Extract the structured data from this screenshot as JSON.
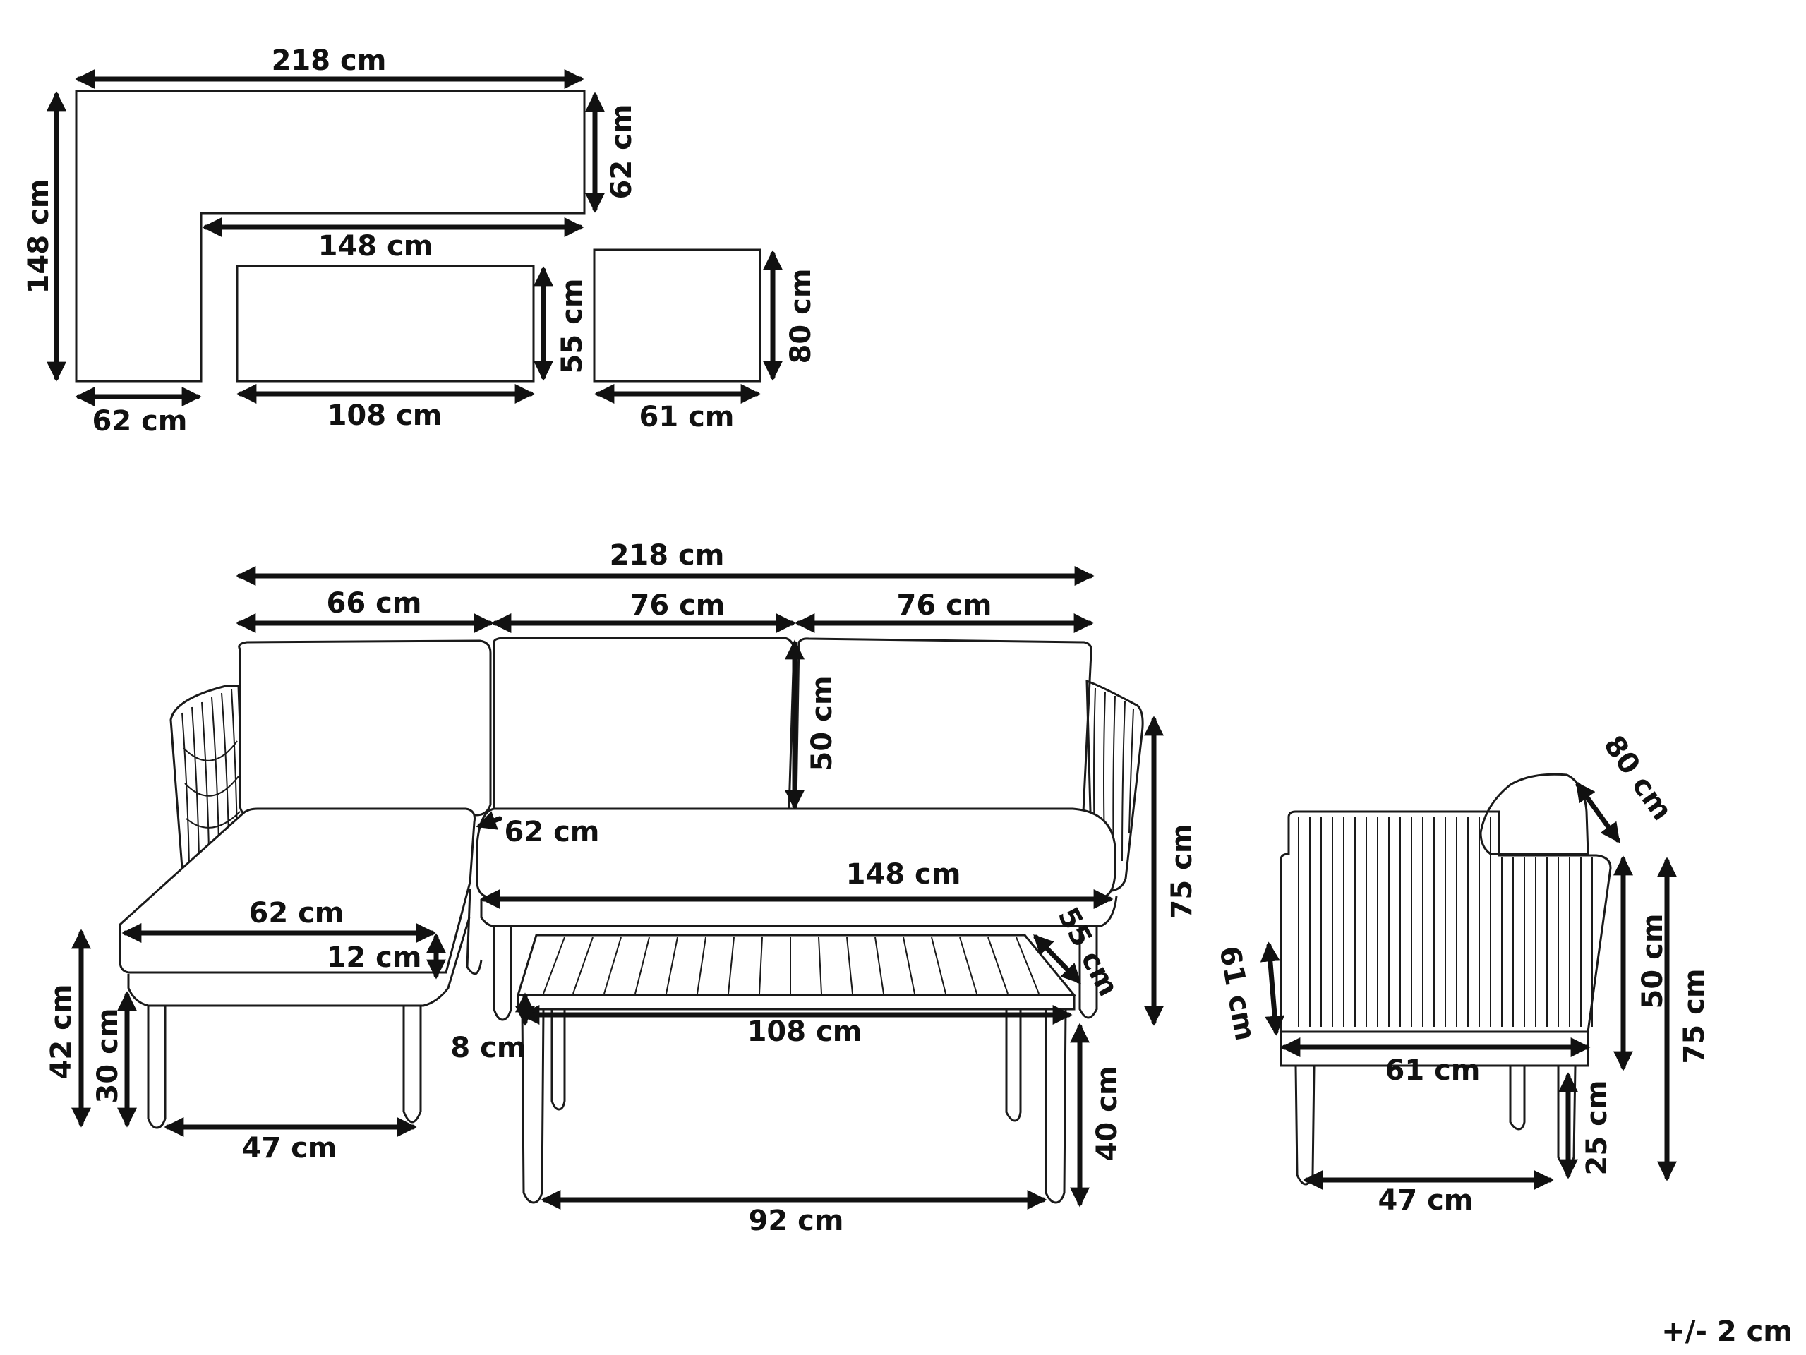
{
  "top_plan": {
    "corner_width": "218 cm",
    "corner_depth": "148 cm",
    "back_depth": "62 cm",
    "inner_length": "148 cm",
    "chaise_width": "62 cm",
    "table_length": "108 cm",
    "table_depth": "55 cm",
    "chair_width": "61 cm",
    "chair_depth": "80 cm"
  },
  "sofa_front": {
    "total_width": "218 cm",
    "seg_1": "66 cm",
    "seg_2": "76 cm",
    "seg_3": "76 cm",
    "backrest_height": "50 cm",
    "seat_depth": "62 cm",
    "seat_length": "148 cm",
    "total_height": "75 cm",
    "chaise_seat_width": "62 cm",
    "cushion_thickness": "12 cm",
    "seat_height": "42 cm",
    "leg_height": "30 cm",
    "leg_span": "47 cm"
  },
  "coffee_table": {
    "depth": "55 cm",
    "length": "108 cm",
    "top_thickness": "8 cm",
    "height": "40 cm",
    "leg_span": "92 cm"
  },
  "armchair": {
    "depth": "80 cm",
    "seat_depth": "61 cm",
    "width": "61 cm",
    "arm_height": "50 cm",
    "total_height": "75 cm",
    "leg_height": "25 cm",
    "leg_span": "47 cm"
  },
  "tolerance": "+/- 2 cm"
}
